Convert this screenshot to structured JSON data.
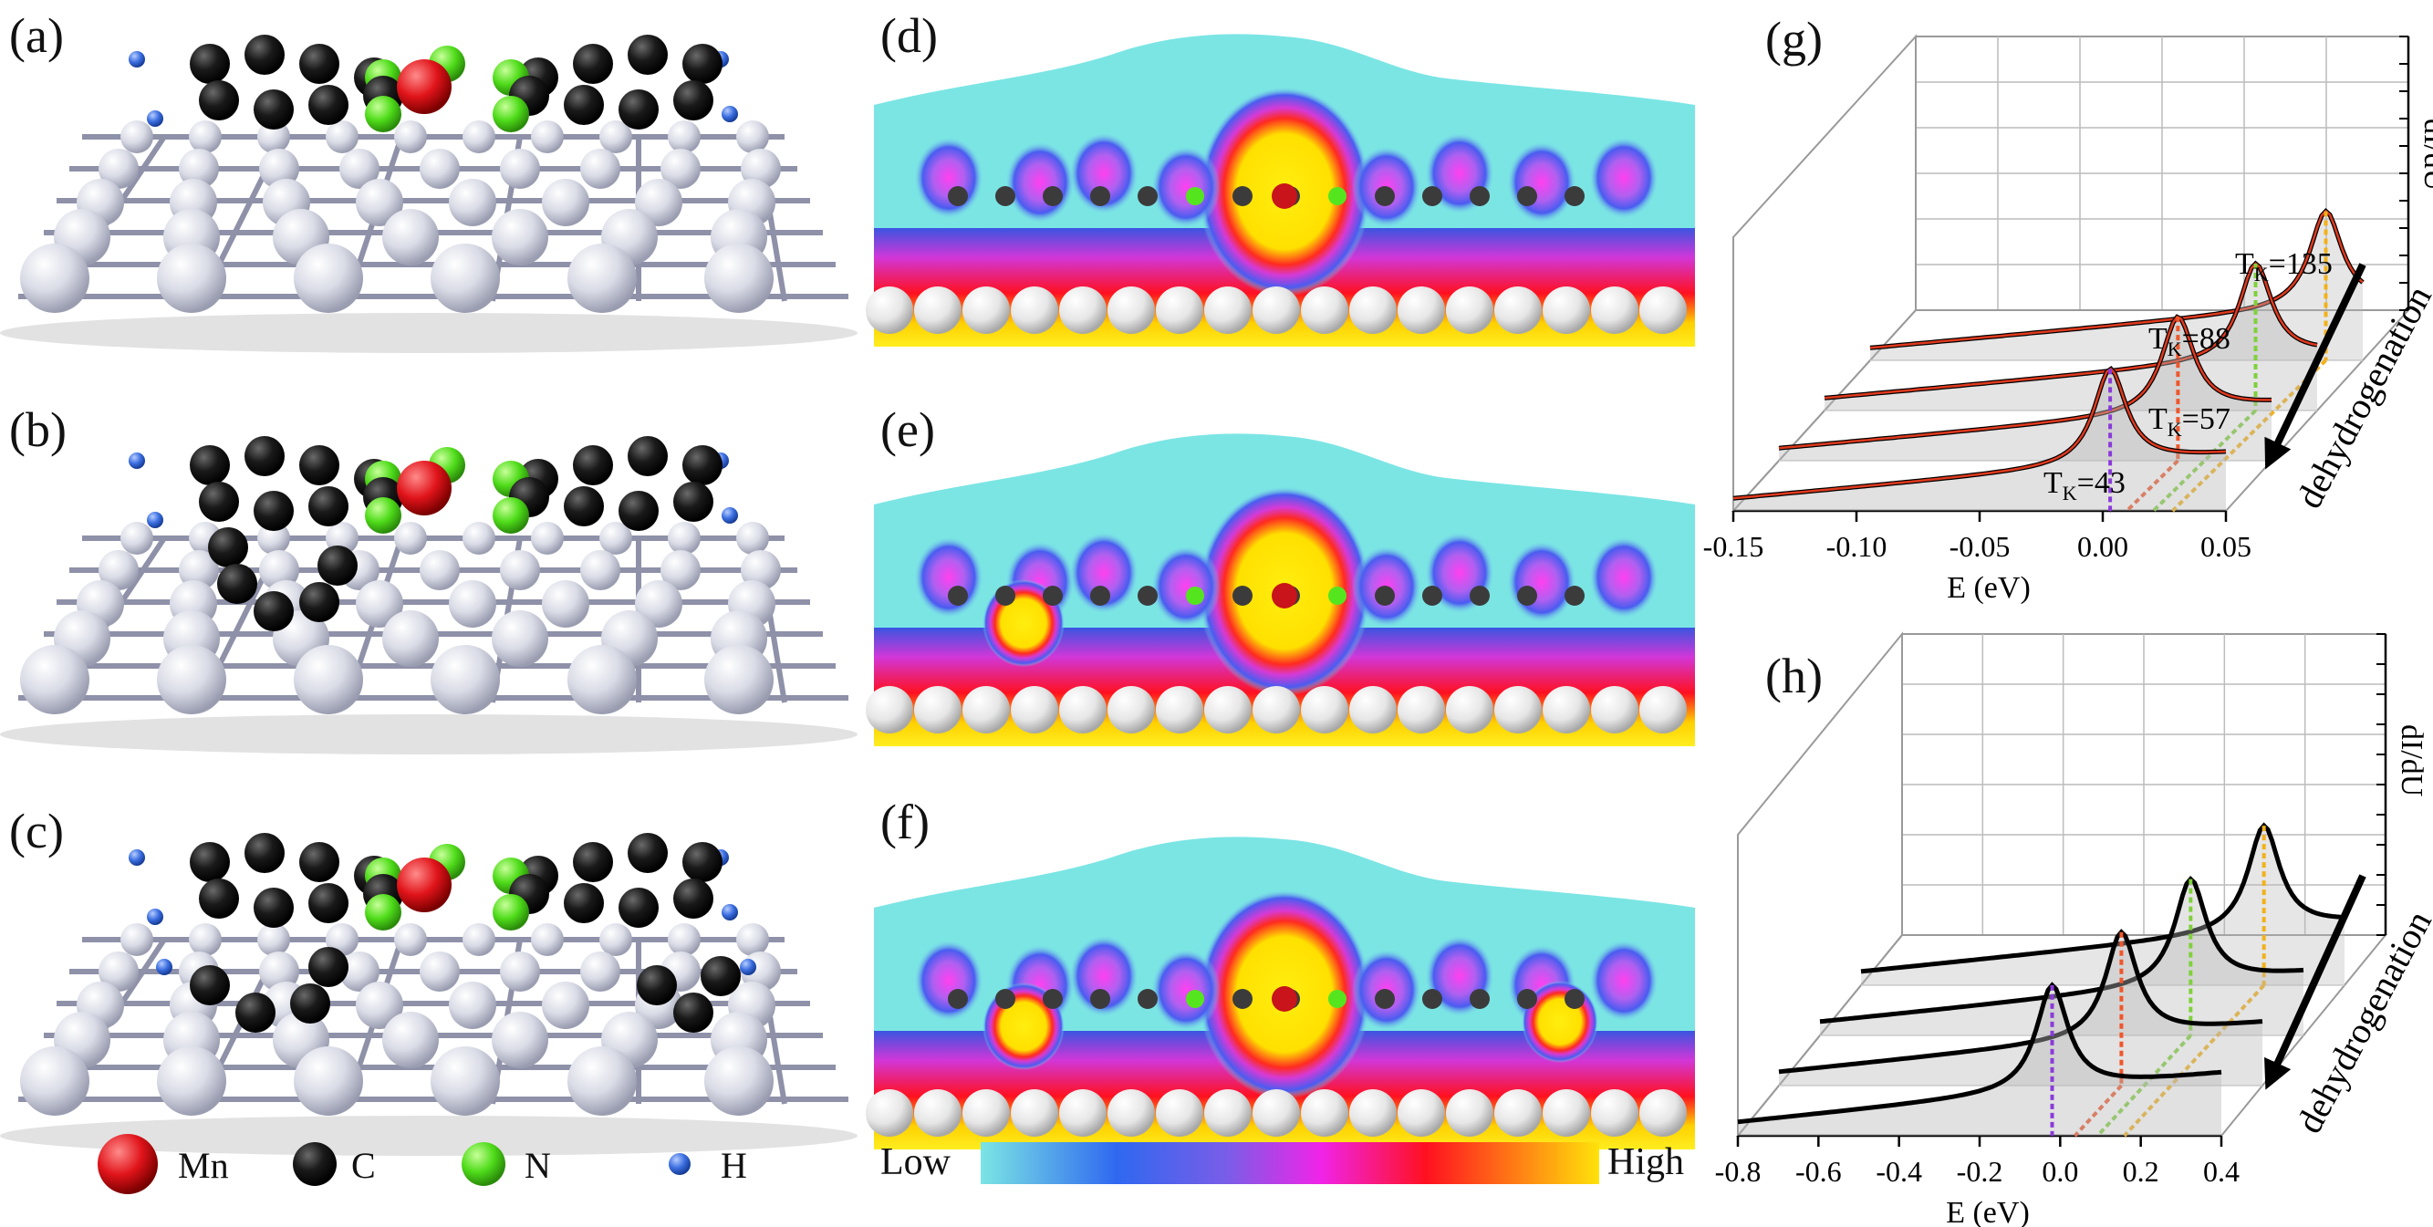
{
  "panels": {
    "a": "(a)",
    "b": "(b)",
    "c": "(c)",
    "d": "(d)",
    "e": "(e)",
    "f": "(f)",
    "g": "(g)",
    "h": "(h)"
  },
  "legend_atoms": [
    {
      "symbol": "Mn",
      "color": "#e0141a",
      "icon": "sphere-red-icon"
    },
    {
      "symbol": "C",
      "color": "#1c1c1c",
      "icon": "sphere-black-icon"
    },
    {
      "symbol": "N",
      "color": "#55e51f",
      "icon": "sphere-green-icon"
    },
    {
      "symbol": "H",
      "color": "#3b6ee0",
      "icon": "sphere-blue-icon"
    }
  ],
  "colorbar": {
    "low": "Low",
    "high": "High"
  },
  "chart_data": [
    {
      "type": "line",
      "panel": "g",
      "xlabel": "E (eV)",
      "ylabel": "dI/dU",
      "xlim": [
        -0.15,
        0.05
      ],
      "x_ticks": [
        "-0.15",
        "-0.10",
        "-0.05",
        "0.00",
        "0.05"
      ],
      "direction_label": "dehydrogenation",
      "kondo_labels": [
        {
          "prefix": "T",
          "sub": "K",
          "value": "=135"
        },
        {
          "prefix": "T",
          "sub": "K",
          "value": "=88"
        },
        {
          "prefix": "T",
          "sub": "K",
          "value": "=57"
        },
        {
          "prefix": "T",
          "sub": "K",
          "value": "=43"
        }
      ],
      "peak_positions": [
        0.035,
        0.025,
        0.012,
        0.003
      ],
      "marker_colors": [
        "#f2b11b",
        "#7fd13b",
        "#f0562a",
        "#8a3bd9"
      ]
    },
    {
      "type": "line",
      "panel": "h",
      "xlabel": "E (eV)",
      "ylabel": "dI/dU",
      "xlim": [
        -0.8,
        0.4
      ],
      "x_ticks": [
        "-0.8",
        "-0.6",
        "-0.4",
        "-0.2",
        "0.0",
        "0.2",
        "0.4"
      ],
      "direction_label": "dehydrogenation",
      "peak_positions": [
        0.2,
        0.12,
        0.05,
        -0.02
      ],
      "marker_colors": [
        "#f2b11b",
        "#7fd13b",
        "#f0562a",
        "#8a3bd9"
      ]
    }
  ]
}
